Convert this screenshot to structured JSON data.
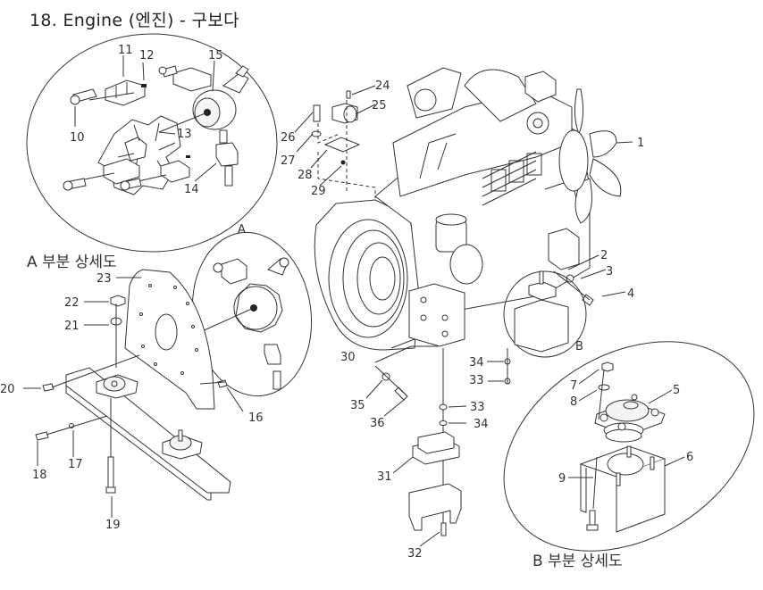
{
  "header": {
    "title": "18. Engine (엔진) - 구보다"
  },
  "detail_captions": {
    "a_marker": "A",
    "b_marker": "B",
    "a_detail": "A 부분  상세도",
    "b_detail": "B 부분  상세도"
  },
  "callouts": [
    {
      "id": "1",
      "part": "cooling-fan"
    },
    {
      "id": "2",
      "part": "engine-mount-bracket"
    },
    {
      "id": "3",
      "part": "washer"
    },
    {
      "id": "4",
      "part": "bolt"
    },
    {
      "id": "5",
      "part": "rubber-mount"
    },
    {
      "id": "6",
      "part": "mount-bracket"
    },
    {
      "id": "7",
      "part": "nut"
    },
    {
      "id": "8",
      "part": "washer"
    },
    {
      "id": "9",
      "part": "bolt"
    },
    {
      "id": "10",
      "part": "bolt"
    },
    {
      "id": "11",
      "part": "coupling-jaw"
    },
    {
      "id": "12",
      "part": "set-screw"
    },
    {
      "id": "13",
      "part": "coupling-element"
    },
    {
      "id": "14",
      "part": "coupling-jaw"
    },
    {
      "id": "15",
      "part": "coupling-hub"
    },
    {
      "id": "16",
      "part": "bolt"
    },
    {
      "id": "17",
      "part": "washer"
    },
    {
      "id": "18",
      "part": "bolt"
    },
    {
      "id": "19",
      "part": "bolt"
    },
    {
      "id": "20",
      "part": "bolt"
    },
    {
      "id": "21",
      "part": "washer"
    },
    {
      "id": "22",
      "part": "nut"
    },
    {
      "id": "23",
      "part": "flywheel-housing-plate"
    },
    {
      "id": "24",
      "part": "bolt"
    },
    {
      "id": "25",
      "part": "clamp"
    },
    {
      "id": "26",
      "part": "bolt"
    },
    {
      "id": "27",
      "part": "washer"
    },
    {
      "id": "28",
      "part": "plate"
    },
    {
      "id": "29",
      "part": "nut"
    },
    {
      "id": "30",
      "part": "engine-bracket"
    },
    {
      "id": "31",
      "part": "rubber-mount"
    },
    {
      "id": "32",
      "part": "bolt"
    },
    {
      "id": "33",
      "part": "nut"
    },
    {
      "id": "34",
      "part": "washer"
    },
    {
      "id": "35",
      "part": "washer"
    },
    {
      "id": "36",
      "part": "bolt"
    }
  ]
}
